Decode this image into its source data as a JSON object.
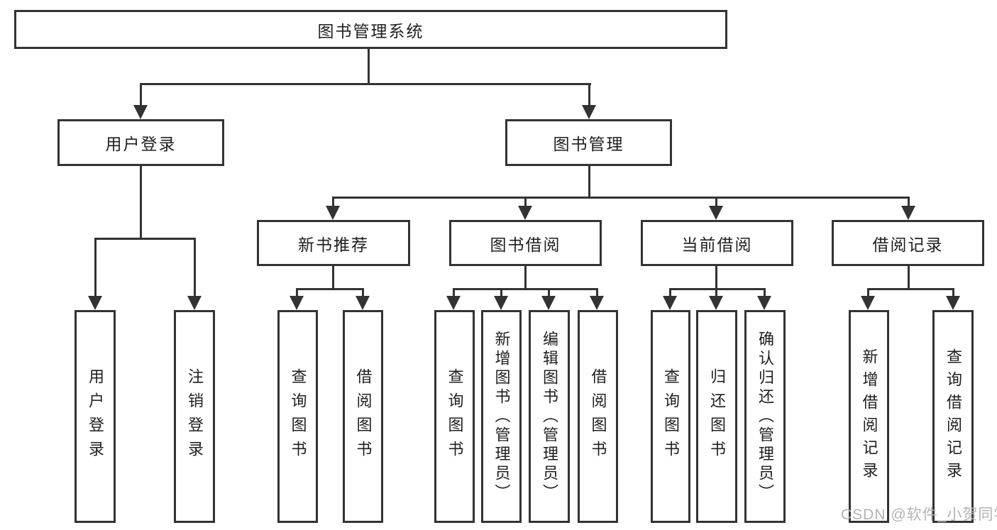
{
  "diagram_title": "图书管理系统",
  "watermark": "CSDN @软件_小贺同学",
  "colors": {
    "line": "#333333",
    "box_border": "#333333",
    "box_background": "#ffffff",
    "text": "#1f1f1f",
    "watermark": "#b3b3b3"
  },
  "nodes": {
    "root": "图书管理系统",
    "l2": [
      "用户登录",
      "图书管理"
    ],
    "l3": [
      "新书推荐",
      "图书借阅",
      "当前借阅",
      "借阅记录"
    ],
    "leaves": [
      "用户登录",
      "注销登录",
      "查询图书",
      "借阅图书",
      "查询图书",
      "新增图书（管理员）",
      "编辑图书（管理员）",
      "借阅图书",
      "查询图书",
      "归还图书",
      "确认归还（管理员）",
      "新增借阅记录",
      "查询借阅记录"
    ]
  },
  "hierarchy": {
    "图书管理系统": {
      "用户登录": [
        "用户登录",
        "注销登录"
      ],
      "图书管理": {
        "新书推荐": [
          "查询图书",
          "借阅图书"
        ],
        "图书借阅": [
          "查询图书",
          "新增图书（管理员）",
          "编辑图书（管理员）",
          "借阅图书"
        ],
        "当前借阅": [
          "查询图书",
          "归还图书",
          "确认归还（管理员）"
        ],
        "借阅记录": [
          "新增借阅记录",
          "查询借阅记录"
        ]
      }
    }
  }
}
